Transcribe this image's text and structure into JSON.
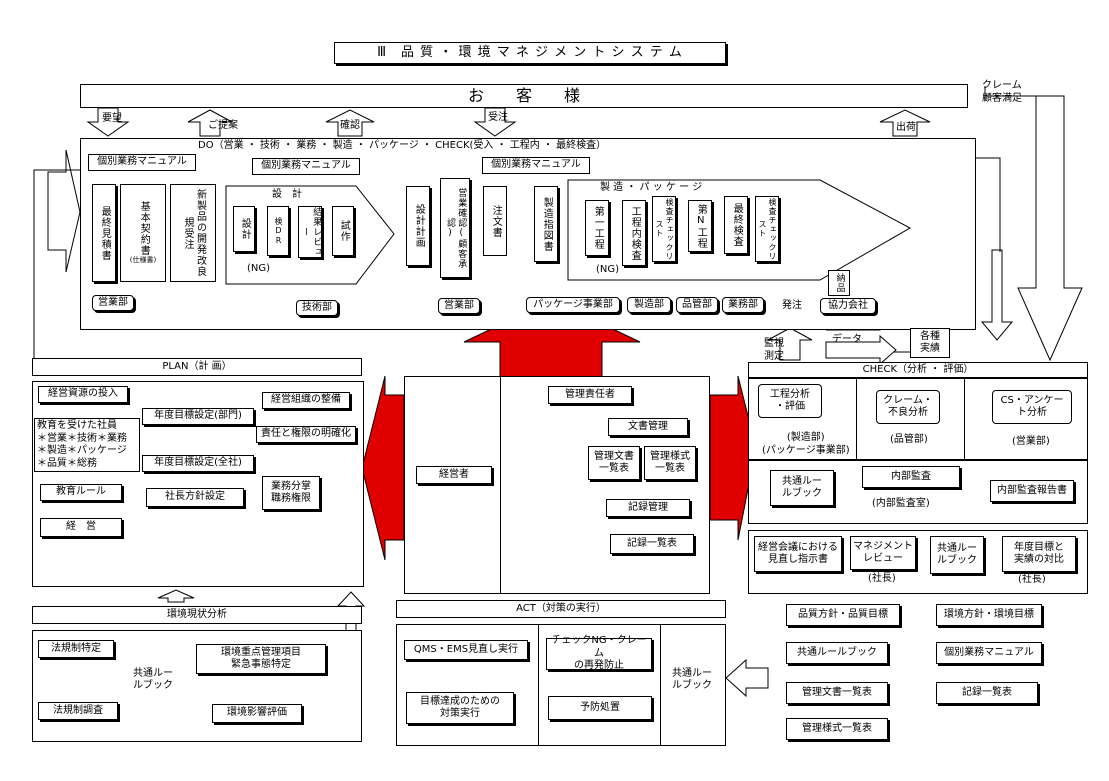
{
  "title": "Ⅲ　品 質 ・ 環 境 マ ネ ジ メ ン ト シ ス テ ム",
  "customer": "お　　客　　様",
  "claim_label": "クレーム\n顧客満足",
  "top_arrows": {
    "request": "要望",
    "proposal": "ご提案",
    "confirm": "確認",
    "order": "受注",
    "shipping": "出荷"
  },
  "do_header": "DO（営業 ・ 技術 ・ 業務 ・ 製造 ・ パッケージ ・ CHECK(受入 ・ 工程内 ・ 最終検査）",
  "manual": "個別業務マニュアル",
  "do_boxes": {
    "final_estimate": "最終見積書",
    "basic_contract": "基本契約書",
    "spec": "(仕様書)",
    "new_product": "新製品の開発改良\n規受注",
    "design_plan": "設計計画",
    "business_confirm": "営業確認(顧客承認)",
    "order_form": "注文書",
    "mfg_instr": "製造指図書",
    "delivery": "納品"
  },
  "design": {
    "title": "設　計",
    "sekkei": "設計",
    "dr": "検DR",
    "review": "結果レビュー",
    "trial": "試作",
    "ng": "(NG)"
  },
  "mfg": {
    "title": "製 造 ・ パ ッ ケ ー ジ",
    "p1": "第一工程",
    "inproc": "工程内検査",
    "chk1": "検査チェックリスト",
    "pn": "第N工程",
    "final": "最終検査",
    "chk2": "検査チェックリスト",
    "ng": "(NG)"
  },
  "depts": {
    "sales1": "営業部",
    "tech": "技術部",
    "sales2": "営業部",
    "package": "パッケージ事業部",
    "mfg": "製造部",
    "qc": "品管部",
    "ops": "業務部",
    "order_arrow": "発注",
    "partner": "協力会社"
  },
  "data_labels": {
    "monitor": "監視\n測定",
    "data": "データ",
    "records": "各種\n実績"
  },
  "plan": {
    "header": "PLAN（計 画）",
    "resources": "経営資源の投入",
    "org": "経営組織の整備",
    "trained": "教育を受けた社員\n＊営業＊技術＊業務\n＊製造＊パッケージ\n＊品質＊総務",
    "goal_dept": "年度目標設定(部門)",
    "responsibility": "責任と権限の明確化",
    "goal_company": "年度目標設定(全社)",
    "edu_rule": "教育ルール",
    "policy": "社長方針設定",
    "division": "業務分掌\n職務権限",
    "mgmt": "経　営"
  },
  "center": {
    "manager": "経営者",
    "rep": "管理責任者",
    "doc_mgmt": "文書管理",
    "doc_list": "管理文書\n一覧表",
    "form_list": "管理様式\n一覧表",
    "rec_mgmt": "記録管理",
    "rec_list": "記録一覧表"
  },
  "check": {
    "header": "CHECK（分析 ・ 評価）",
    "process": "工程分析\n・評価",
    "process_dept": "(製造部)\n(パッケージ事業部)",
    "claim": "クレーム・\n不良分析",
    "claim_dept": "(品管部)",
    "cs": "CS・アンケー\nト分析",
    "cs_dept": "(営業部)",
    "common_rule": "共通ルー\nルブック",
    "audit": "内部監査",
    "audit_dept": "(内部監査室)",
    "audit_report": "内部監査報告書",
    "mgmt_meeting": "経営会議における\n見直し指示書",
    "review": "マネジメント\nレビュー",
    "pres1": "(社長)",
    "common_rule2": "共通ルー\nルブック",
    "goal_compare": "年度目標と\n実績の対比",
    "pres2": "(社長)"
  },
  "env": {
    "analysis": "環境現状分析",
    "law_spec": "法規制特定",
    "law_survey": "法規制調査",
    "common_rule": "共通ルー\nルブック",
    "key_items": "環境重点管理項目\n緊急事態特定",
    "impact": "環境影響評価"
  },
  "act": {
    "header": "ACT（対策の実行）",
    "qms": "QMS・EMS見直し実行",
    "ng": "チェックNG・クレーム\nの再発防止",
    "goal_measures": "目標達成のための\n対策実行",
    "prevent": "予防処置",
    "common_rule": "共通ルー\nルブック"
  },
  "docs": {
    "quality": "品質方針・品質目標",
    "env": "環境方針・環境目標",
    "rule": "共通ルールブック",
    "manual": "個別業務マニュアル",
    "doclist": "管理文書一覧表",
    "reclist": "記録一覧表",
    "formlist": "管理様式一覧表"
  }
}
